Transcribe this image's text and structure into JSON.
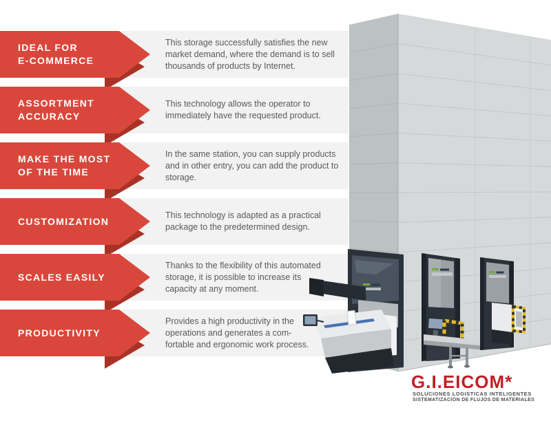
{
  "features": [
    {
      "label_line1": "IDEAL FOR",
      "label_line2": "E-COMMERCE",
      "description": "This storage successfully satisfies the new\nmarket demand, where the demand is to sell\nthousands of products by Internet."
    },
    {
      "label_line1": "ASSORTMENT",
      "label_line2": "ACCURACY",
      "description": "This technology allows the operator to\nimmediately have the requested product."
    },
    {
      "label_line1": "MAKE THE MOST",
      "label_line2": "OF THE TIME",
      "description": "In the same station, you can supply products\nand in other entry, you can add the product to\nstorage."
    },
    {
      "label_line1": "CUSTOMIZATION",
      "label_line2": "",
      "description": "This technology is adapted as a practical\npackage to the predetermined design."
    },
    {
      "label_line1": "SCALES EASILY",
      "label_line2": "",
      "description": "Thanks to the flexibility of this automated\nstorage, it is possible to increase its\ncapacity at any moment."
    },
    {
      "label_line1": "PRODUCTIVITY",
      "label_line2": "",
      "description": "Provides a high productivity in the\noperations and generates a com-\nfortable and ergonomic work process."
    }
  ],
  "banner": {
    "arrow_color": "#d9473c",
    "arrow_shadow_color": "#a93226",
    "panel_color": "#f2f2f2",
    "label_color": "#ffffff",
    "description_color": "#58595b"
  },
  "illustration": {
    "name": "automated-vertical-storage-machine",
    "colors": {
      "tower_front": "#d6d9da",
      "tower_side": "#bcc1c3",
      "panel_line": "#c2c6c8",
      "door_dark": "#2c323a",
      "door_pillar": "#1e242b",
      "hazard_yellow": "#e2bb2e",
      "console_light": "#e9ebec",
      "screen_blue": "#8fa3b8",
      "accent_green": "#72aa3e"
    }
  },
  "logo": {
    "wordmark": "G.I.EICOM*",
    "tagline_line1": "SOLUCIONES LOGISTICAS INTELIGENTES",
    "tagline_line2": "SISTEMATIZACION DE FLUJOS DE MATERIALES",
    "wordmark_color": "#c41e24",
    "tagline_color": "#4a4c4f"
  }
}
